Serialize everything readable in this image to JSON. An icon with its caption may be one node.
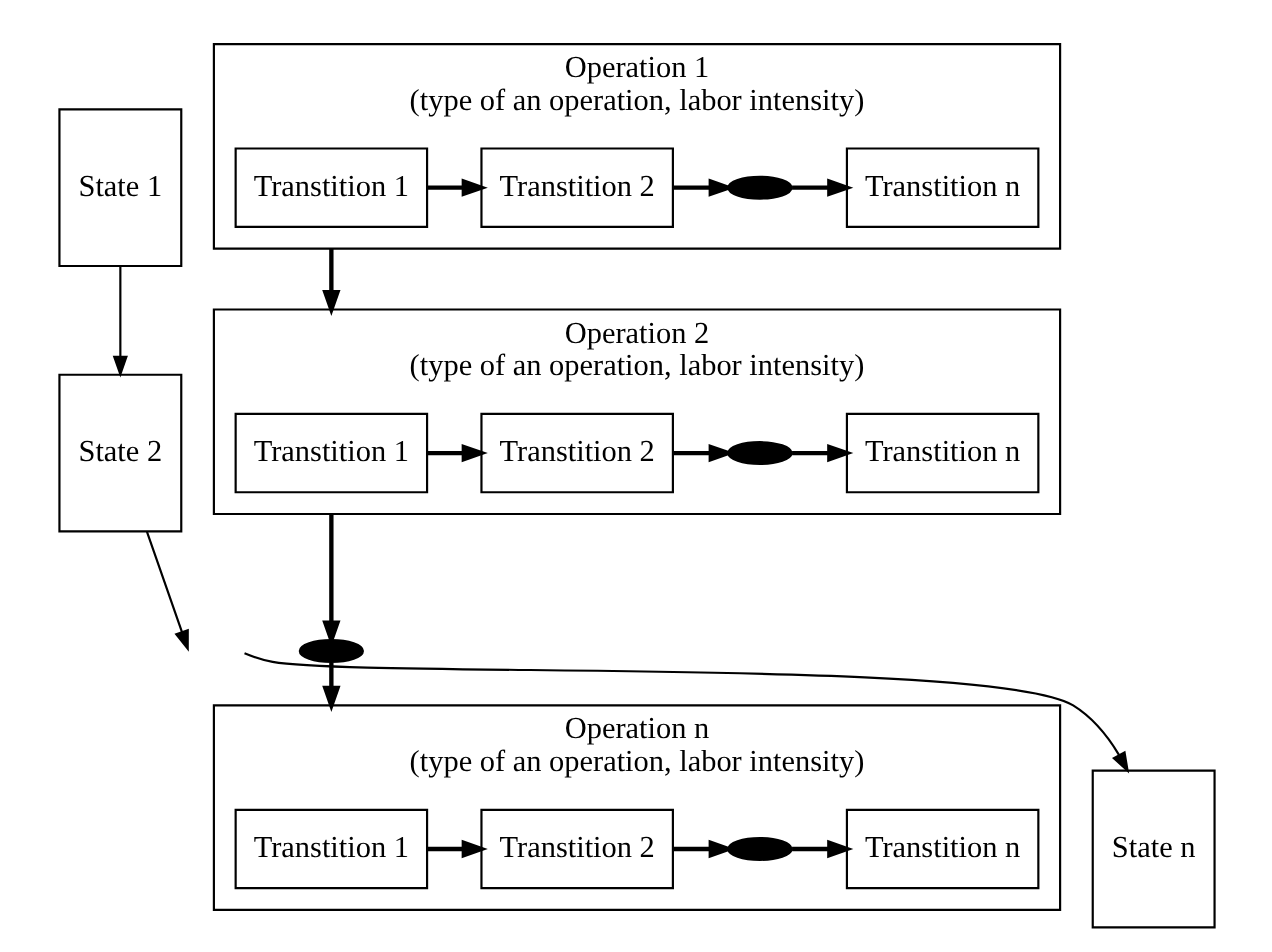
{
  "diagram": {
    "nodes": [
      {
        "text": [
          "State 1"
        ]
      },
      {
        "text": [
          "Operation 1",
          "(type of an operation, labor intensity)"
        ]
      },
      {
        "text": [
          "Transtition 1"
        ],
        "in": 1
      },
      {
        "text": [
          "Transtition 2"
        ],
        "in": 1
      },
      {
        "text": [],
        "shape": "dots",
        "in": 1
      },
      {
        "text": [
          "Transtition n"
        ],
        "in": 1
      },
      {
        "text": [
          "State 2"
        ]
      },
      {
        "text": [
          "Operation 2",
          "(type of an operation, labor intensity)"
        ]
      },
      {
        "text": [
          "Transtition 1"
        ],
        "in": 7
      },
      {
        "text": [
          "Transtition 2"
        ],
        "in": 7
      },
      {
        "text": [],
        "shape": "dots",
        "in": 7
      },
      {
        "text": [
          "Transtition n"
        ],
        "in": 7
      },
      {
        "text": [],
        "shape": "dots"
      },
      {
        "text": [
          "State n"
        ]
      },
      {
        "text": [
          "Operation n",
          "(type of an operation, labor intensity)"
        ]
      },
      {
        "text": [
          "Transtition 1"
        ],
        "in": 14
      },
      {
        "text": [
          "Transtition 2"
        ],
        "in": 14
      },
      {
        "text": [],
        "shape": "dots",
        "in": 14
      },
      {
        "text": [
          "Transtition n"
        ],
        "in": 14
      }
    ],
    "edges": [
      {
        "from": 2,
        "to": 3,
        "arrow": "to"
      },
      {
        "from": 3,
        "to": 4,
        "arrow": "to"
      },
      {
        "from": 4,
        "to": 5,
        "arrow": "to"
      },
      {
        "from": 1,
        "to": 7,
        "arrow": "to"
      },
      {
        "from": 0,
        "to": 6,
        "arrow": "to"
      },
      {
        "from": 8,
        "to": 9,
        "arrow": "to"
      },
      {
        "from": 9,
        "to": 10,
        "arrow": "to"
      },
      {
        "from": 10,
        "to": 11,
        "arrow": "to"
      },
      {
        "from": 7,
        "to": 12,
        "arrow": "to"
      },
      {
        "from": 12,
        "to": 14,
        "arrow": "to"
      },
      {
        "from": 6,
        "to": null,
        "arrow": "to"
      },
      {
        "from": null,
        "to": 13,
        "arrow": "to"
      },
      {
        "from": 15,
        "to": 16,
        "arrow": "to"
      },
      {
        "from": 16,
        "to": 17,
        "arrow": "to"
      },
      {
        "from": 17,
        "to": 18,
        "arrow": "to"
      }
    ]
  }
}
